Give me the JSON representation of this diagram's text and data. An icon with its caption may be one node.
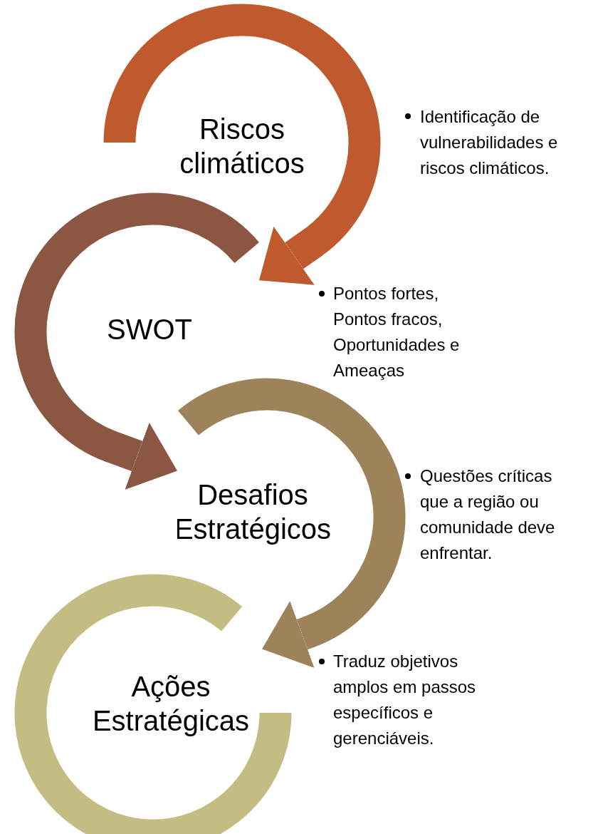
{
  "diagram": {
    "nodes": [
      {
        "text": [
          "Riscos climáticos"
        ]
      },
      {
        "text": [
          "SWOT"
        ]
      },
      {
        "text": [
          "Desafios Estratégicos"
        ]
      },
      {
        "text": [
          "Ações Estratégicas"
        ]
      }
    ],
    "edges": [
      {
        "from": 0,
        "to": 1,
        "arrow": "to",
        "color": "#be5a2e"
      },
      {
        "from": 1,
        "to": 2,
        "arrow": "to",
        "color": "#8b5742"
      },
      {
        "from": 2,
        "to": 3,
        "arrow": "to",
        "color": "#9d8359"
      }
    ],
    "labels": [
      "Identificação de vulnerabilidades e riscos climáticos.",
      "Pontos fortes, Pontos fracos, Oportunidades e Ameaças",
      "Questões críticas que a região ou comunidade deve enfrentar.",
      "Traduz objetivos amplos em passos específicos e gerenciáveis."
    ]
  }
}
